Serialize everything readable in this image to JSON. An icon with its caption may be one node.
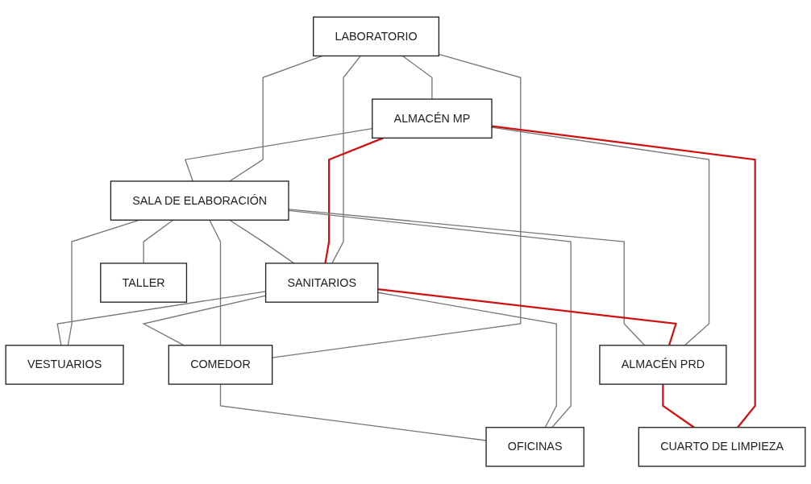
{
  "diagram": {
    "nodes": [
      {
        "text": [
          "LABORATORIO"
        ]
      },
      {
        "text": [
          "ALMACÉN MP"
        ]
      },
      {
        "text": [
          "SALA DE ELABORACIÓN"
        ]
      },
      {
        "text": [
          "SANITARIOS"
        ]
      },
      {
        "text": [
          "VESTUARIOS"
        ]
      },
      {
        "text": [
          "TALLER"
        ]
      },
      {
        "text": [
          "ALMACÉN PRD"
        ]
      },
      {
        "text": [
          "COMEDOR"
        ]
      },
      {
        "text": [
          "OFICINAS"
        ]
      },
      {
        "text": [
          "CUARTO DE LIMPIEZA"
        ]
      }
    ],
    "edges": [
      {
        "from": 0,
        "to": 1,
        "arrow": "none"
      },
      {
        "from": 0,
        "to": 2,
        "arrow": "none"
      },
      {
        "from": 0,
        "to": 3,
        "arrow": "none"
      },
      {
        "from": 0,
        "to": 7,
        "arrow": "none"
      },
      {
        "from": 1,
        "to": 2,
        "arrow": "none"
      },
      {
        "from": 1,
        "to": 3,
        "arrow": "none",
        "color": "#d01010"
      },
      {
        "from": 1,
        "to": 6,
        "arrow": "none"
      },
      {
        "from": 1,
        "to": 9,
        "arrow": "none",
        "color": "#d01010"
      },
      {
        "from": 2,
        "to": 3,
        "arrow": "none"
      },
      {
        "from": 2,
        "to": 4,
        "arrow": "none"
      },
      {
        "from": 2,
        "to": 5,
        "arrow": "none"
      },
      {
        "from": 2,
        "to": 7,
        "arrow": "none"
      },
      {
        "from": 2,
        "to": 8,
        "arrow": "none"
      },
      {
        "from": 6,
        "to": 2,
        "arrow": "none"
      },
      {
        "from": 3,
        "to": 4,
        "arrow": "none"
      },
      {
        "from": 3,
        "to": 6,
        "arrow": "none",
        "color": "#d01010"
      },
      {
        "from": 3,
        "to": 7,
        "arrow": "none"
      },
      {
        "from": 3,
        "to": 8,
        "arrow": "none"
      },
      {
        "from": 6,
        "to": 9,
        "arrow": "none",
        "color": "#d01010"
      },
      {
        "from": 7,
        "to": 8,
        "arrow": "none"
      }
    ]
  }
}
